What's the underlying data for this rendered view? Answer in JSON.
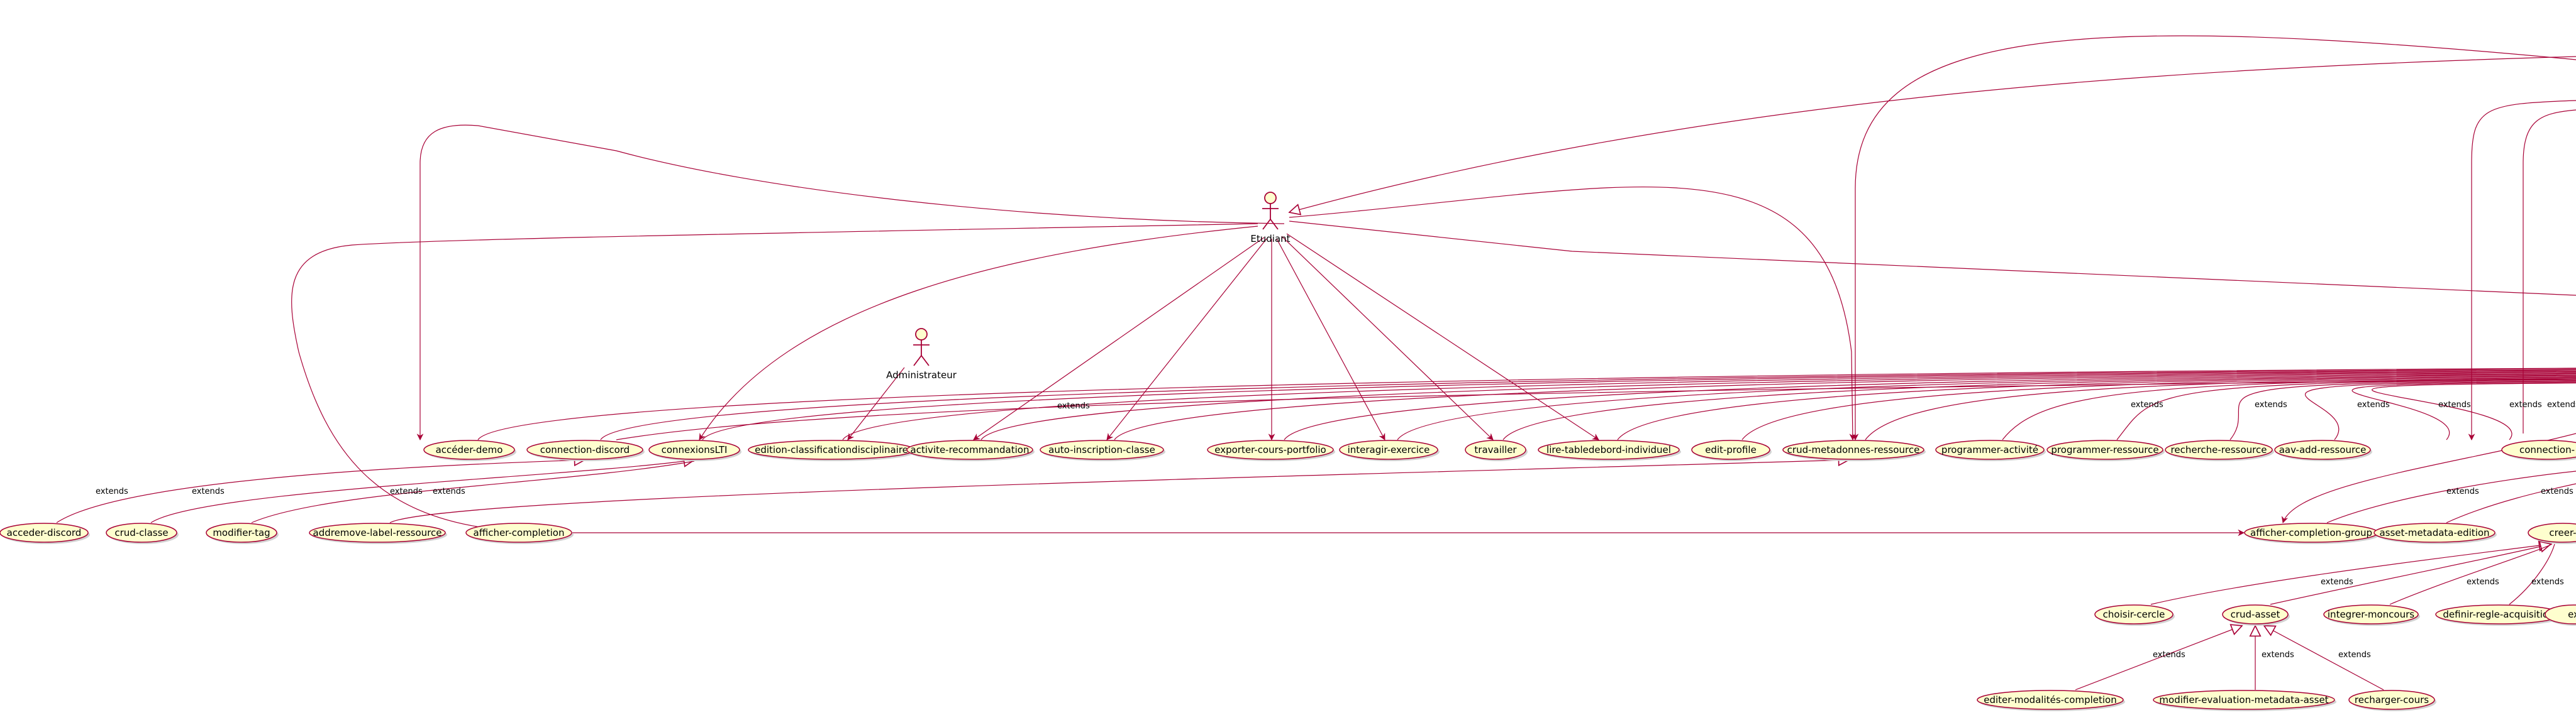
{
  "actors": [
    {
      "id": "etudiant",
      "label": "Etudiant"
    },
    {
      "id": "administrateur",
      "label": "Administrateur"
    }
  ],
  "use_cases": [
    {
      "id": "acceder-demo",
      "label": "accéder-demo"
    },
    {
      "id": "connection-discord",
      "label": "connection-discord"
    },
    {
      "id": "connexionsLTI",
      "label": "connexionsLTI"
    },
    {
      "id": "edition-classificationdisciplinaire",
      "label": "edition-classificationdisciplinaire"
    },
    {
      "id": "activite-recommandation",
      "label": "activite-recommandation"
    },
    {
      "id": "auto-inscription-classe",
      "label": "auto-inscription-classe"
    },
    {
      "id": "exporter-cours-portfolio",
      "label": "exporter-cours-portfolio"
    },
    {
      "id": "interagir-exercice",
      "label": "interagir-exercice"
    },
    {
      "id": "travailler",
      "label": "travailler"
    },
    {
      "id": "lire-tabledebord-individuel",
      "label": "lire-tabledebord-individuel"
    },
    {
      "id": "edit-profile",
      "label": "edit-profile"
    },
    {
      "id": "crud-metadonnes-ressource",
      "label": "crud-metadonnes-ressource"
    },
    {
      "id": "programmer-activite",
      "label": "programmer-activité"
    },
    {
      "id": "programmer-ressource",
      "label": "programmer-ressource"
    },
    {
      "id": "recherche-ressource",
      "label": "recherche-ressource"
    },
    {
      "id": "aav-add-ressource",
      "label": "aav-add-ressource"
    },
    {
      "id": "connection-partial",
      "label": "connection-"
    },
    {
      "id": "acceder-discord",
      "label": "acceder-discord"
    },
    {
      "id": "crud-classe",
      "label": "crud-classe"
    },
    {
      "id": "modifier-tag",
      "label": "modifier-tag"
    },
    {
      "id": "addremove-label-ressource",
      "label": "addremove-label-ressource"
    },
    {
      "id": "afficher-completion",
      "label": "afficher-completion"
    },
    {
      "id": "afficher-completion-group",
      "label": "afficher-completion-group"
    },
    {
      "id": "asset-metadata-edition",
      "label": "asset-metadata-edition"
    },
    {
      "id": "creer-partial",
      "label": "creer-"
    },
    {
      "id": "choisir-cercle",
      "label": "choisir-cercle"
    },
    {
      "id": "crud-asset",
      "label": "crud-asset"
    },
    {
      "id": "integrer-moncours",
      "label": "integrer-moncours"
    },
    {
      "id": "definir-regle-acquisition",
      "label": "definir-regle-acquisition"
    },
    {
      "id": "ex-partial",
      "label": "ex"
    },
    {
      "id": "editer-modalites-completion",
      "label": "editer-modalités-completion"
    },
    {
      "id": "modifier-evaluation-metadata-asset",
      "label": "modifier-evaluation-metadata-asset"
    },
    {
      "id": "recharger-cours",
      "label": "recharger-cours"
    }
  ],
  "edge_label": "extends",
  "colors": {
    "edge": "#A80036",
    "usecase_fill": "#FEFECE",
    "background": "#FFFFFF"
  }
}
